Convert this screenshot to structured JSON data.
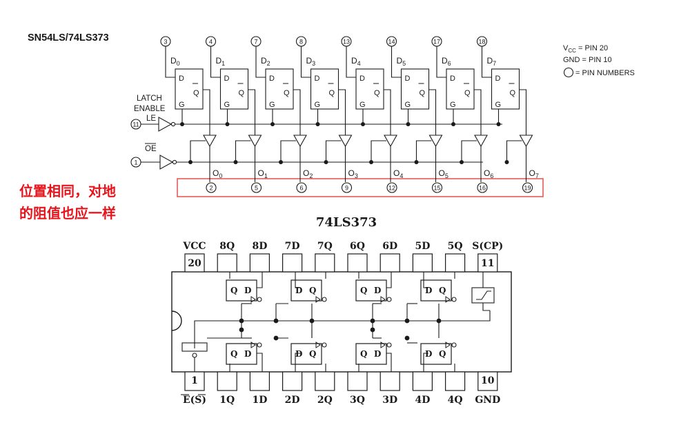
{
  "top_diagram": {
    "title": "SN54LS/74LS373",
    "d_inputs": [
      {
        "label": "D",
        "sub": "0",
        "pin": "3"
      },
      {
        "label": "D",
        "sub": "1",
        "pin": "4"
      },
      {
        "label": "D",
        "sub": "2",
        "pin": "7"
      },
      {
        "label": "D",
        "sub": "3",
        "pin": "8"
      },
      {
        "label": "D",
        "sub": "4",
        "pin": "13"
      },
      {
        "label": "D",
        "sub": "5",
        "pin": "14"
      },
      {
        "label": "D",
        "sub": "6",
        "pin": "17"
      },
      {
        "label": "D",
        "sub": "7",
        "pin": "18"
      }
    ],
    "outputs": [
      {
        "label": "O",
        "sub": "0",
        "pin": "2"
      },
      {
        "label": "O",
        "sub": "1",
        "pin": "5"
      },
      {
        "label": "O",
        "sub": "2",
        "pin": "6"
      },
      {
        "label": "O",
        "sub": "3",
        "pin": "9"
      },
      {
        "label": "O",
        "sub": "4",
        "pin": "12"
      },
      {
        "label": "O",
        "sub": "5",
        "pin": "15"
      },
      {
        "label": "O",
        "sub": "6",
        "pin": "16"
      },
      {
        "label": "O",
        "sub": "7",
        "pin": "19"
      }
    ],
    "latch_label_1": "LATCH",
    "latch_label_2": "ENABLE",
    "le_label": "LE",
    "le_pin": "11",
    "oe_label": "OE",
    "oe_pin": "1",
    "latch_pin_d": "D",
    "latch_pin_q": "Q",
    "latch_pin_g": "G",
    "legend_vcc": "V",
    "legend_vcc_sub": "CC",
    "legend_vcc_rest": " = PIN 20",
    "legend_gnd": "GND = PIN 10",
    "legend_pins": "= PIN NUMBERS"
  },
  "annotation": {
    "line1": "位置相同，对地",
    "line2": "的阻值也应一样",
    "color": "#e8141c",
    "highlight_color": "#e05050"
  },
  "bottom_diagram": {
    "title": "74LS373",
    "top_pins": [
      {
        "label": "VCC",
        "num": "20"
      },
      {
        "label": "8Q",
        "num": ""
      },
      {
        "label": "8D",
        "num": ""
      },
      {
        "label": "7D",
        "num": ""
      },
      {
        "label": "7Q",
        "num": ""
      },
      {
        "label": "6Q",
        "num": ""
      },
      {
        "label": "6D",
        "num": ""
      },
      {
        "label": "5D",
        "num": ""
      },
      {
        "label": "5Q",
        "num": ""
      },
      {
        "label": "S(CP)",
        "num": "11"
      }
    ],
    "bottom_pins": [
      {
        "label": "E(S)",
        "num": "1"
      },
      {
        "label": "1Q",
        "num": ""
      },
      {
        "label": "1D",
        "num": ""
      },
      {
        "label": "2D",
        "num": ""
      },
      {
        "label": "2Q",
        "num": ""
      },
      {
        "label": "3Q",
        "num": ""
      },
      {
        "label": "3D",
        "num": ""
      },
      {
        "label": "4D",
        "num": ""
      },
      {
        "label": "4Q",
        "num": ""
      },
      {
        "label": "GND",
        "num": "10"
      }
    ],
    "top_latches": [
      {
        "left": "Q",
        "right": "D"
      },
      {
        "left": "D",
        "right": "Q"
      },
      {
        "left": "Q",
        "right": "D"
      },
      {
        "left": "D",
        "right": "Q"
      }
    ],
    "bottom_latches": [
      {
        "left": "Q",
        "right": "D"
      },
      {
        "left": "D",
        "right": "Q"
      },
      {
        "left": "Q",
        "right": "D"
      },
      {
        "left": "D",
        "right": "Q"
      }
    ]
  }
}
